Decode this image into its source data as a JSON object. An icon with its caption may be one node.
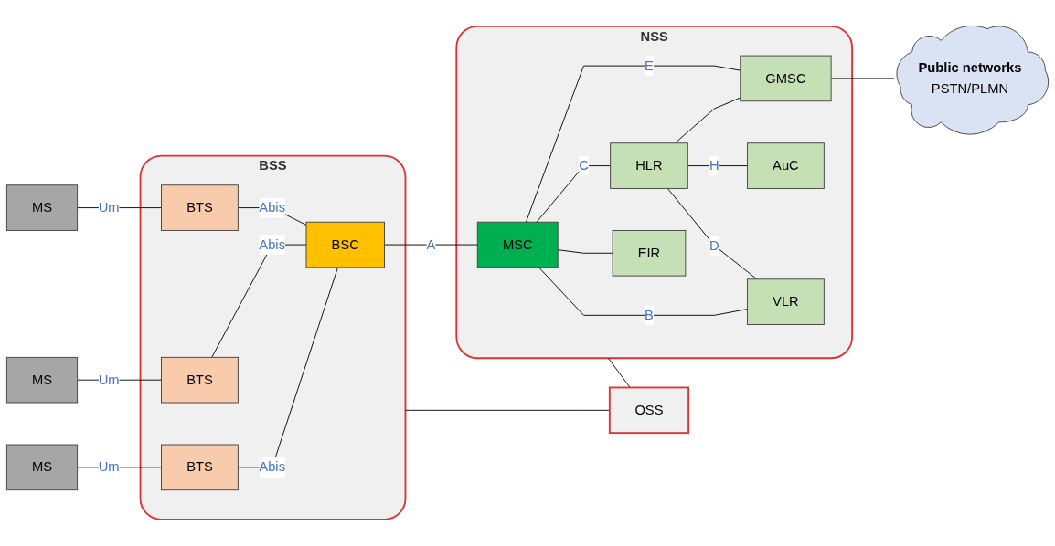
{
  "diagram": {
    "nodes": [
      {
        "text": [
          "BSS"
        ]
      },
      {
        "text": [
          "MS"
        ]
      },
      {
        "text": [
          "BTS"
        ],
        "in": 0
      },
      {
        "text": [
          "MS"
        ]
      },
      {
        "text": [
          "BTS"
        ],
        "in": 0
      },
      {
        "text": [
          "MS"
        ]
      },
      {
        "text": [
          "BTS"
        ],
        "in": 0
      },
      {
        "text": [
          "BSC"
        ],
        "in": 0
      },
      {
        "text": [
          "NSS"
        ]
      },
      {
        "text": [
          "MSC"
        ],
        "in": 8
      },
      {
        "text": [
          "GMSC"
        ],
        "in": 8
      },
      {
        "text": [
          "HLR"
        ],
        "in": 8
      },
      {
        "text": [
          "EIR"
        ],
        "in": 8
      },
      {
        "text": [
          "VLR"
        ],
        "in": 8
      },
      {
        "text": [
          "AuC"
        ],
        "in": 8
      },
      {
        "text": [
          "Public networks",
          "PSTN/PLMN"
        ]
      },
      {
        "text": [
          "OSS"
        ]
      }
    ],
    "edges": [
      {
        "from": 1,
        "to": 2,
        "arrow": "none",
        "label": "Um"
      },
      {
        "from": 3,
        "to": 4,
        "arrow": "none",
        "label": "Um"
      },
      {
        "from": 5,
        "to": 6,
        "arrow": "none",
        "label": "Um"
      },
      {
        "from": 2,
        "to": 7,
        "arrow": "none",
        "label": "Abis"
      },
      {
        "from": 4,
        "to": 7,
        "arrow": "none",
        "label": "Abis"
      },
      {
        "from": 6,
        "to": 7,
        "arrow": "none",
        "label": "Abis"
      },
      {
        "from": 7,
        "to": 9,
        "arrow": "none",
        "label": "A"
      },
      {
        "from": 9,
        "to": 10,
        "arrow": "none",
        "label": "E"
      },
      {
        "from": 9,
        "to": 11,
        "arrow": "none",
        "label": "C"
      },
      {
        "from": 9,
        "to": 12,
        "arrow": "none"
      },
      {
        "from": 9,
        "to": 13,
        "arrow": "none",
        "label": "B"
      },
      {
        "from": 11,
        "to": 10,
        "arrow": "none"
      },
      {
        "from": 11,
        "to": 14,
        "arrow": "none",
        "label": "H"
      },
      {
        "from": 11,
        "to": 13,
        "arrow": "none",
        "label": "D"
      },
      {
        "from": 10,
        "to": 15,
        "arrow": "none"
      },
      {
        "from": 0,
        "to": 16,
        "arrow": "none"
      },
      {
        "from": 8,
        "to": 16,
        "arrow": "none"
      }
    ]
  }
}
